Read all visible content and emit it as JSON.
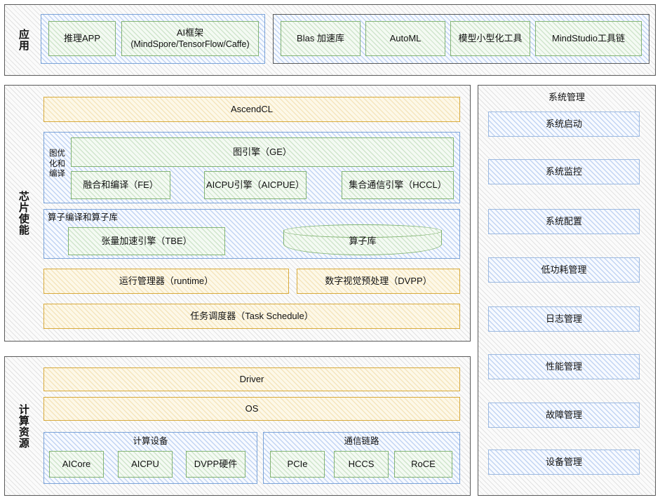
{
  "diagram": {
    "title_sections": {
      "application": "应用",
      "chip_enablement": "芯片使能",
      "computing_resource": "计算资源",
      "system_management": "系统管理"
    },
    "application": {
      "group_left": {
        "items": [
          {
            "label": "推理APP"
          },
          {
            "label": "AI框架",
            "label_line2": "(MindSpore/TensorFlow/Caffe)"
          }
        ]
      },
      "group_right": {
        "items": [
          {
            "label": "Blas 加速库"
          },
          {
            "label": "AutoML"
          },
          {
            "label": "模型小型化工具"
          },
          {
            "label": "MindStudio工具链"
          }
        ]
      }
    },
    "chip_enablement": {
      "ascendcl": "AscendCL",
      "graph_opt": {
        "label": "图优化和编译",
        "label_lines": [
          "图优",
          "化和",
          "编译"
        ],
        "wide_item": "图引擎（GE）",
        "items": [
          {
            "label": "融合和编译（FE）"
          },
          {
            "label": "AICPU引擎（AICPUE）"
          },
          {
            "label": "集合通信引擎（HCCL）"
          }
        ]
      },
      "operator": {
        "label": "算子编译和算子库",
        "items": [
          {
            "label": "张量加速引擎（TBE）",
            "shape": "rect"
          },
          {
            "label": "算子库",
            "shape": "cylinder"
          }
        ]
      },
      "runtime_row": [
        {
          "label": "运行管理器（runtime）"
        },
        {
          "label": "数字视觉预处理（DVPP）"
        }
      ],
      "task_schedule": "任务调度器（Task Schedule）"
    },
    "computing_resource": {
      "driver": "Driver",
      "os": "OS",
      "groups": [
        {
          "label": "计算设备",
          "items": [
            {
              "label": "AICore"
            },
            {
              "label": "AICPU"
            },
            {
              "label": "DVPP硬件"
            }
          ]
        },
        {
          "label": "通信链路",
          "items": [
            {
              "label": "PCIe"
            },
            {
              "label": "HCCS"
            },
            {
              "label": "RoCE"
            }
          ]
        }
      ]
    },
    "system_management": {
      "heading": "系统管理",
      "items": [
        {
          "label": "系统启动"
        },
        {
          "label": "系统监控"
        },
        {
          "label": "系统配置"
        },
        {
          "label": "低功耗管理"
        },
        {
          "label": "日志管理"
        },
        {
          "label": "性能管理"
        },
        {
          "label": "故障管理"
        },
        {
          "label": "设备管理"
        }
      ]
    },
    "colors": {
      "outer_border": "#5a5a5a",
      "blue_border": "#7ba3d8",
      "green_border": "#83b474",
      "amber_border": "#d8aa3c",
      "hatch_gray_bg": "#fbfbfb",
      "hatch_blue_bg": "#f7faff",
      "hatch_green_bg": "#f4faf3",
      "hatch_yellow_bg": "#fdf8e8"
    }
  }
}
